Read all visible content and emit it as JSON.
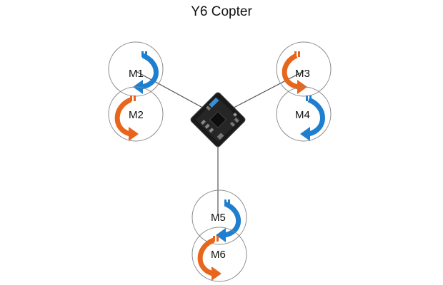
{
  "title": "Y6 Copter",
  "motors": [
    {
      "id": "M1",
      "label": "M1",
      "rotation": "clockwise",
      "color": "#1e7fd0"
    },
    {
      "id": "M2",
      "label": "M2",
      "rotation": "counterclockwise",
      "color": "#e8651c"
    },
    {
      "id": "M3",
      "label": "M3",
      "rotation": "counterclockwise",
      "color": "#e8651c"
    },
    {
      "id": "M4",
      "label": "M4",
      "rotation": "clockwise",
      "color": "#1e7fd0"
    },
    {
      "id": "M5",
      "label": "M5",
      "rotation": "clockwise",
      "color": "#1e7fd0"
    },
    {
      "id": "M6",
      "label": "M6",
      "rotation": "counterclockwise",
      "color": "#e8651c"
    }
  ],
  "colors": {
    "cw": "#1e7fd0",
    "ccw": "#e8651c",
    "board": "#1a1a1a",
    "frame": "#555555"
  },
  "icons": {
    "board": "flight-controller-board-icon"
  }
}
